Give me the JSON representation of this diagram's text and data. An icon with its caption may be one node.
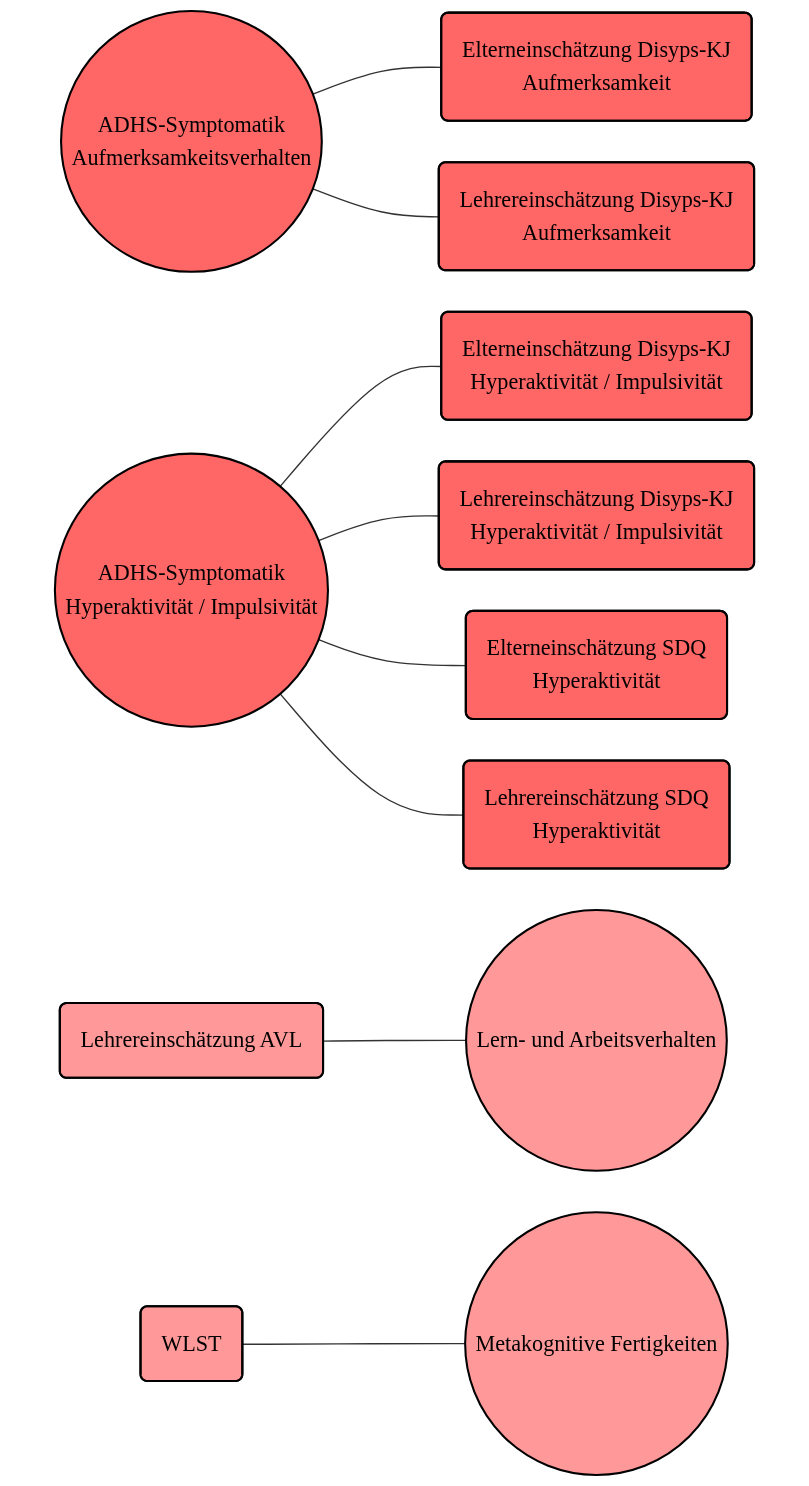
{
  "diagram": {
    "nodes": [
      {
        "text": [
          "ADHS-Symptomatik",
          "Aufmerksamkeitsverhalten"
        ]
      },
      {
        "text": [
          "Elterneinschätzung Disyps-KJ",
          "Aufmerksamkeit"
        ]
      },
      {
        "text": [
          "Lehrereinschätzung Disyps-KJ",
          "Aufmerksamkeit"
        ]
      },
      {
        "text": [
          "ADHS-Symptomatik",
          "Hyperaktivität / Impulsivität"
        ]
      },
      {
        "text": [
          "Elterneinschätzung Disyps-KJ",
          "Hyperaktivität / Impulsivität"
        ]
      },
      {
        "text": [
          "Lehrereinschätzung Disyps-KJ",
          "Hyperaktivität / Impulsivität"
        ]
      },
      {
        "text": [
          "Elterneinschätzung SDQ",
          "Hyperaktivität"
        ]
      },
      {
        "text": [
          "Lehrereinschätzung SDQ",
          "Hyperaktivität"
        ]
      },
      {
        "text": [
          "Lehrereinschätzung AVL"
        ]
      },
      {
        "text": [
          "Lern- und Arbeitsverhalten"
        ]
      },
      {
        "text": [
          "WLST"
        ]
      },
      {
        "text": [
          "Metakognitive Fertigkeiten"
        ]
      }
    ],
    "edges": [
      {
        "from": 0,
        "to": 1,
        "arrow": "none"
      },
      {
        "from": 0,
        "to": 2,
        "arrow": "none"
      },
      {
        "from": 3,
        "to": 4,
        "arrow": "none"
      },
      {
        "from": 3,
        "to": 5,
        "arrow": "none"
      },
      {
        "from": 3,
        "to": 6,
        "arrow": "none"
      },
      {
        "from": 3,
        "to": 7,
        "arrow": "none"
      },
      {
        "from": 8,
        "to": 9,
        "arrow": "none"
      },
      {
        "from": 10,
        "to": 11,
        "arrow": "none"
      }
    ]
  }
}
